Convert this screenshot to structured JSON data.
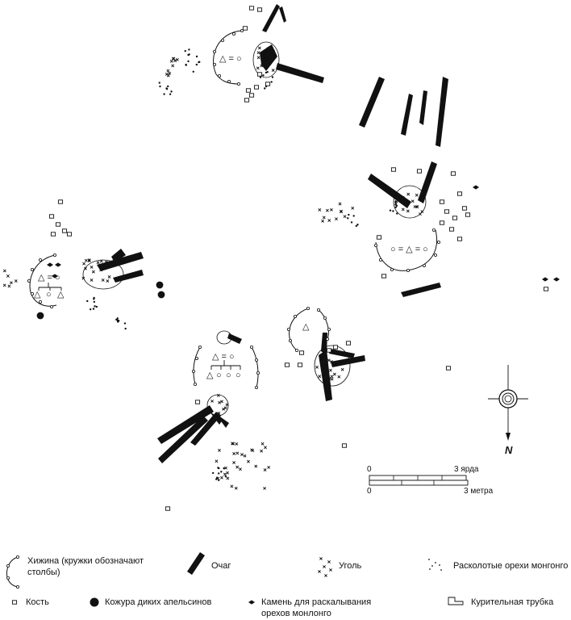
{
  "map": {
    "north_label": "N",
    "scale": {
      "zero_top": "0",
      "yards_label": "3 ярда",
      "zero_bottom": "0",
      "meters_label": "3 метра"
    },
    "camps": [
      {
        "kin_top": "△ = ○"
      },
      {
        "kin_top": "○ = △ = ○"
      },
      {
        "kin_top": "△ = ○",
        "children": [
          "△",
          "○",
          "△"
        ]
      },
      {
        "kin_top": "△ = ○",
        "children": [
          "△",
          "○",
          "○",
          "○"
        ]
      },
      {
        "kin_top": "△"
      }
    ]
  },
  "legend": {
    "hut": "Хижина (кружки обозначают столбы)",
    "hearth": "Очаг",
    "charcoal": "Уголь",
    "nuts": "Расколотые орехи монгонго",
    "bone": "Кость",
    "peel": "Кожура диких апельсинов",
    "stone": "Камень для раскалывания орехов монлонго",
    "pipe": "Курительная трубка"
  },
  "colors": {
    "ink": "#111111",
    "paper": "#ffffff"
  }
}
